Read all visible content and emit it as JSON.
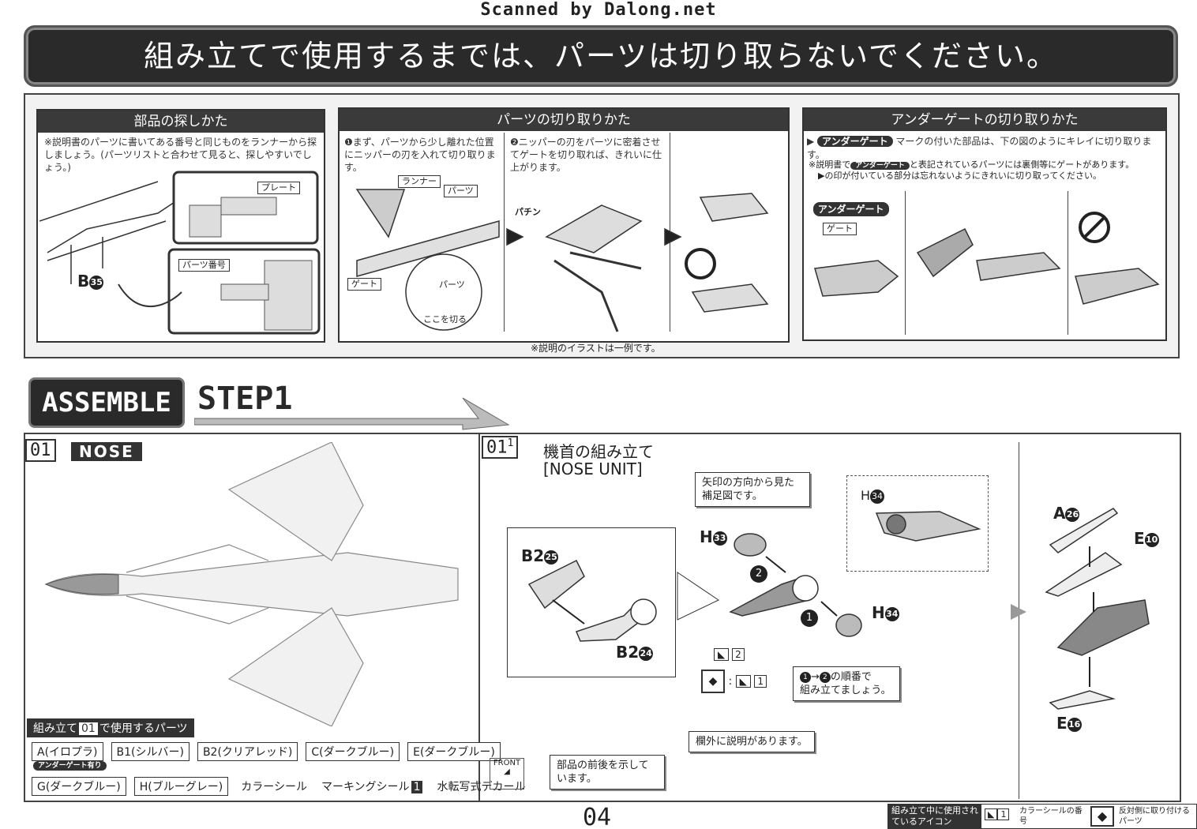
{
  "header": {
    "watermark": "Scanned by Dalong.net",
    "banner": "組み立てで使用するまでは、パーツは切り取らないでください。"
  },
  "guide": {
    "find": {
      "title": "部品の探しかた",
      "note": "※説明書のパーツに書いてある番号と同じものをランナーから探しましょう。(パーツリストと合わせて見ると、探しやすいでしょう。)",
      "tag_plate": "プレート",
      "tag_part_no": "パーツ番号",
      "part_label": "B",
      "part_circle": "35",
      "plate_code": "B",
      "plate_code2": "35"
    },
    "cut": {
      "title": "パーツの切り取りかた",
      "step1": "❶まず、パーツから少し離れた位置にニッパーの刃を入れて切り取ります。",
      "step2": "❷ニッパーの刃をパーツに密着させてゲートを切り取れば、きれいに仕上がります。",
      "tag_runner": "ランナー",
      "tag_parts": "パーツ",
      "tag_gate": "ゲート",
      "tag_parts2": "パーツ",
      "cut_here": "ここを切る",
      "snap": "パチン",
      "footnote": "※説明のイラストは一例です。"
    },
    "undergate": {
      "title": "アンダーゲートの切り取りかた",
      "tag": "アンダーゲート",
      "line1": "マークの付いた部品は、下の図のようにキレイに切り取ります。",
      "line2a": "※説明書で",
      "line2b": "と表記されているパーツには裏側等にゲートがあります。",
      "line3": "▶の印が付いている部分は忘れないようにきれいに切り取ってください。",
      "tag_gate": "ゲート"
    }
  },
  "step": {
    "assemble": "ASSEMBLE",
    "step": "STEP1"
  },
  "left": {
    "num": "01",
    "title": "NOSE",
    "parts_head_a": "組み立て",
    "parts_head_num": "01",
    "parts_head_b": "で使用するパーツ",
    "parts_row1": [
      "A(イロプラ)",
      "B1(シルバー)",
      "B2(クリアレッド)",
      "C(ダークブルー)",
      "E(ダークブルー)"
    ],
    "ug_small": "アンダーゲート有り",
    "parts_row2": [
      "G(ダークブルー)",
      "H(ブルーグレー)"
    ],
    "stickers": [
      "カラーシール",
      "マーキングシール",
      "水転写式デカール"
    ],
    "marking_num": "1"
  },
  "right": {
    "num": "01",
    "subnum": "1",
    "title_jp": "機首の組み立て",
    "title_en": "[NOSE UNIT]",
    "callout_view": "矢印の方向から見た補足図です。",
    "callout_order_a": "の順番で",
    "callout_order_b": "組み立てましょう。",
    "callout_margin": "欄外に説明があります。",
    "callout_front": "部品の前後を示しています。",
    "front": "FRONT",
    "labels": {
      "b2_25": "B2",
      "b2_25n": "25",
      "b2_24": "B2",
      "b2_24n": "24",
      "h33": "H",
      "h33n": "33",
      "h34a": "H",
      "h34an": "34",
      "h34b": "H",
      "h34bn": "34",
      "a26": "A",
      "a26n": "26",
      "e10": "E",
      "e10n": "10",
      "e16": "E",
      "e16n": "16",
      "step1": "1",
      "step2": "2",
      "sticker2": "2",
      "sticker1": "1"
    }
  },
  "footer": {
    "page": "04",
    "legend_a": "組み立て中に使用されているアイコン",
    "legend_b": "カラーシールの番号",
    "legend_b_num": "1",
    "legend_c": "反対側に取り付けるパーツ"
  }
}
